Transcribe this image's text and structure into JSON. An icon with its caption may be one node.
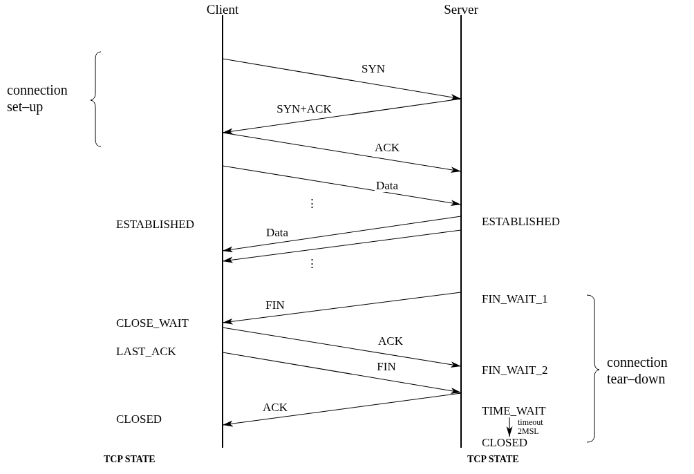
{
  "diagram": {
    "nodes": [
      {
        "text": [
          "Client"
        ]
      },
      {
        "text": [
          "Server"
        ]
      },
      {
        "text": [
          "TIME_WAIT"
        ]
      },
      {
        "text": [
          "CLOSED"
        ]
      }
    ],
    "edges": [
      {
        "from": 0,
        "to": 1,
        "arrow": "to",
        "label": "SYN"
      },
      {
        "from": 1,
        "to": 0,
        "arrow": "to",
        "label": "SYN+ACK"
      },
      {
        "from": 0,
        "to": 1,
        "arrow": "to",
        "label": "ACK"
      },
      {
        "from": 0,
        "to": 1,
        "arrow": "to",
        "label": "Data"
      },
      {
        "from": 1,
        "to": 0,
        "arrow": "to",
        "label": "Data"
      },
      {
        "from": 1,
        "to": 0,
        "arrow": "to"
      },
      {
        "from": 1,
        "to": 0,
        "arrow": "to",
        "label": "FIN"
      },
      {
        "from": 0,
        "to": 1,
        "arrow": "to",
        "label": "ACK"
      },
      {
        "from": 0,
        "to": 1,
        "arrow": "to",
        "label": "FIN"
      },
      {
        "from": 1,
        "to": 0,
        "arrow": "to",
        "label": "ACK"
      },
      {
        "from": 2,
        "to": 3,
        "arrow": "to",
        "label": "timeout 2MSL"
      }
    ],
    "labels": [
      "connection set–up",
      "⋮",
      "ESTABLISHED",
      "ESTABLISHED",
      "⋮",
      "FIN_WAIT_1",
      "CLOSE_WAIT",
      "LAST_ACK",
      "FIN_WAIT_2",
      "connection tear–down",
      "CLOSED",
      "TCP STATE",
      "TCP STATE"
    ]
  }
}
